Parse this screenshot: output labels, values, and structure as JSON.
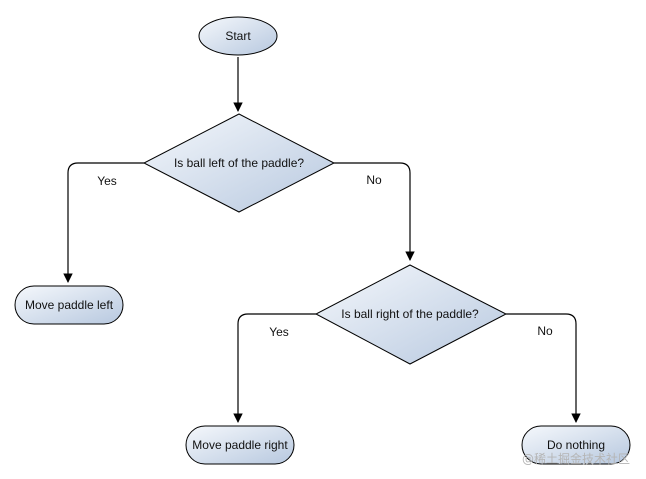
{
  "diagram": {
    "nodes": {
      "start": {
        "label": "Start"
      },
      "decision_left": {
        "label": "Is ball left of the paddle?"
      },
      "move_left": {
        "label": "Move paddle left"
      },
      "decision_right": {
        "label": "Is ball right of the paddle?"
      },
      "move_right": {
        "label": "Move paddle right"
      },
      "do_nothing": {
        "label": "Do nothing"
      }
    },
    "edges": {
      "yes_1": {
        "label": "Yes"
      },
      "no_1": {
        "label": "No"
      },
      "yes_2": {
        "label": "Yes"
      },
      "no_2": {
        "label": "No"
      }
    }
  },
  "colors": {
    "node_fill_light": "#f3f6fb",
    "node_fill_dark": "#b9c9e0",
    "stroke": "#000000"
  },
  "watermark": {
    "text": "@稀土掘金技术社区"
  }
}
